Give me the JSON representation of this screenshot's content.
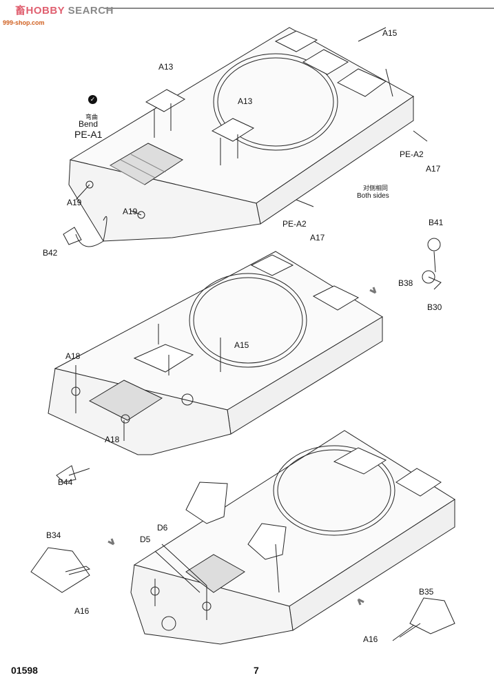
{
  "watermark": {
    "brand_cn": "畜",
    "brand_en_a": "HOBBY",
    "brand_en_b": " SEARCH",
    "site": "999-shop.com"
  },
  "step1": {
    "labels": {
      "a15": "A15",
      "a13_left": "A13",
      "a13_right": "A13",
      "bend_cn": "弯曲",
      "bend_en": "Bend",
      "pe_a1": "PE-A1",
      "pe_a2_right": "PE-A2",
      "a17_right": "A17",
      "both_sides_cn": "对侧相同",
      "both_sides_en": "Both sides",
      "a19_left": "A19",
      "a19_mid": "A19",
      "pe_a2_mid": "PE-A2",
      "a17_mid": "A17",
      "b42": "B42"
    }
  },
  "parts_detail": {
    "b41": "B41",
    "b38": "B38",
    "b30": "B30"
  },
  "step2": {
    "labels": {
      "a15": "A15",
      "a18_top": "A18",
      "a18_bottom": "A18",
      "b44": "B44"
    }
  },
  "step3": {
    "labels": {
      "b34": "B34",
      "a16_left": "A16",
      "d6": "D6",
      "d5": "D5",
      "b35": "B35",
      "a16_right": "A16"
    }
  },
  "icons": {
    "bend": "bend-icon"
  },
  "footer": {
    "code": "01598",
    "page": "7"
  }
}
